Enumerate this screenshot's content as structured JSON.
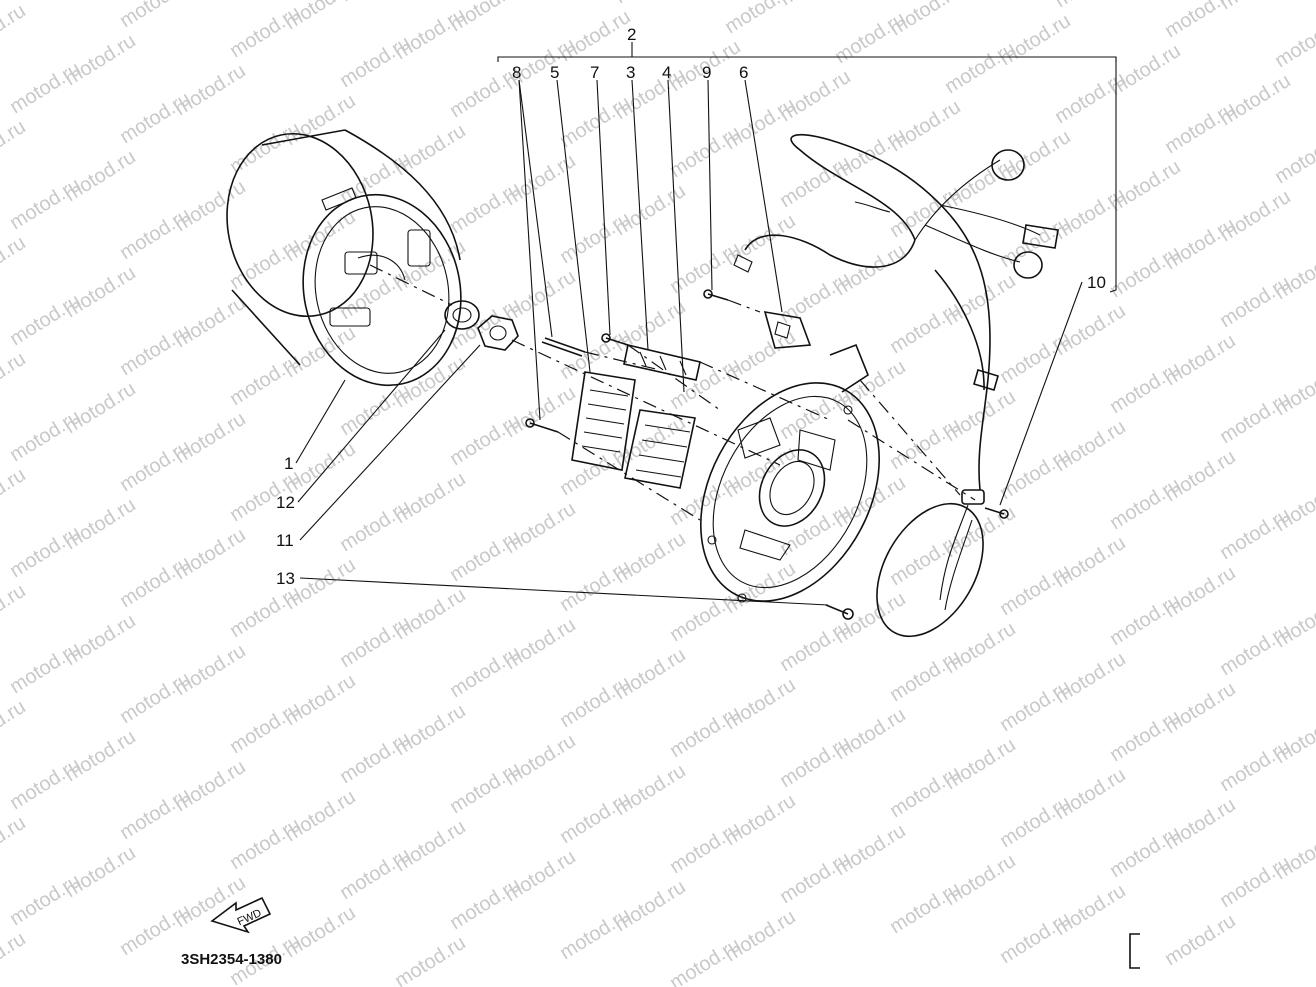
{
  "watermark": "motod.ru",
  "callouts": {
    "c1": "1",
    "c2": "2",
    "c3": "3",
    "c4": "4",
    "c5": "5",
    "c6": "6",
    "c7": "7",
    "c8": "8",
    "c9": "9",
    "c10": "10",
    "c11": "11",
    "c12": "12",
    "c13": "13"
  },
  "fwd_label": "FWD",
  "diagram_code": "3SH2354-1380",
  "corner_mark": "["
}
